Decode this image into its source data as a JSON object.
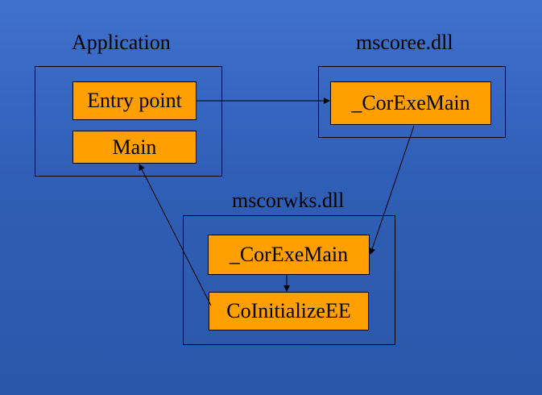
{
  "groups": {
    "application": {
      "title": "Application",
      "nodes": {
        "entry_point": "Entry point",
        "main": "Main"
      }
    },
    "mscoree": {
      "title": "mscoree.dll",
      "nodes": {
        "cor_exe_main": "_CorExeMain"
      }
    },
    "mscorwks": {
      "title": "mscorwks.dll",
      "nodes": {
        "cor_exe_main": "_CorExeMain",
        "co_initialize_ee": "CoInitializeEE"
      }
    }
  },
  "colors": {
    "background": "#3566c2",
    "node_fill": "#ff9f00",
    "line": "#000000"
  }
}
